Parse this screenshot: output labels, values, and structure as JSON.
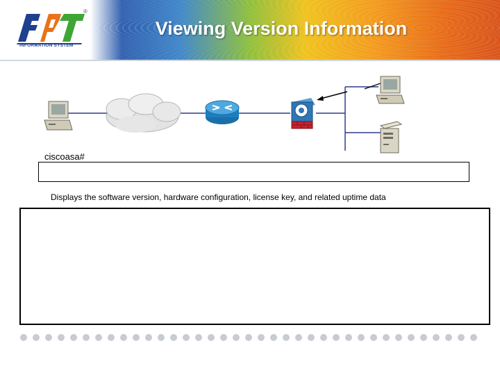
{
  "header": {
    "title": "Viewing Version Information",
    "logo_text": "FPT",
    "logo_subtext": "INFORMATION SYSTEM",
    "registered_mark": "®"
  },
  "diagram": {
    "nodes": [
      "pc-left-icon",
      "cloud-icon",
      "router-icon",
      "asa-firewall-icon",
      "pc-right-icon",
      "server-icon"
    ]
  },
  "cli": {
    "prompt": "ciscoasa#",
    "command": ""
  },
  "description": "Displays the software version, hardware configuration, license key, and related uptime data",
  "output": "",
  "colors": {
    "banner_start": "#2f5fae",
    "banner_end": "#d9531a",
    "logo_blue": "#1f3f8f",
    "logo_orange": "#e8731a",
    "logo_green": "#3fa535",
    "dots": "#c8ccd2"
  }
}
